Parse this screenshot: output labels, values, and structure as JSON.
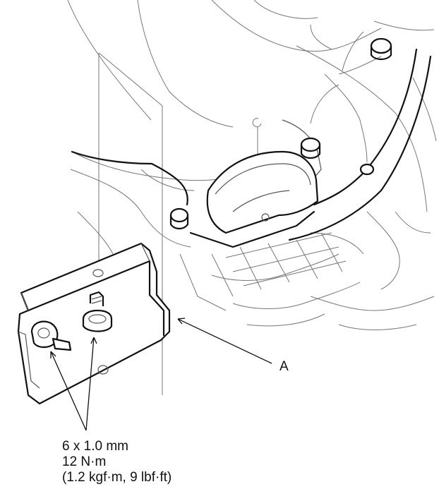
{
  "callouts": {
    "part_a": "A"
  },
  "bolt_spec": {
    "size": "6 x 1.0 mm",
    "torque_nm": "12 N·m",
    "torque_alt": "(1.2 kgf·m, 9 lbf·ft)"
  }
}
